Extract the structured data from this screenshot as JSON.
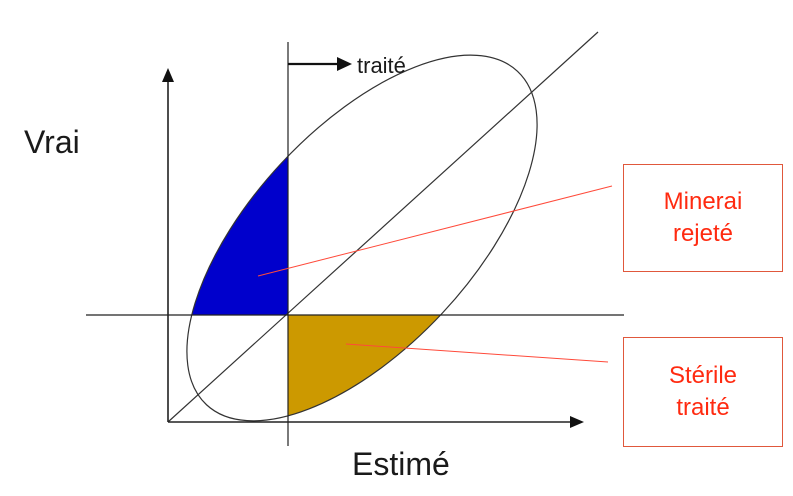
{
  "axes": {
    "y_label": "Vrai",
    "x_label": "Estimé"
  },
  "cutoff": {
    "label": "traité"
  },
  "callouts": {
    "minerai_rejete": {
      "line1": "Minerai",
      "line2": "rejeté",
      "fill_color": "#0000cc"
    },
    "sterile_traite": {
      "line1": "Stérile",
      "line2": "traité",
      "fill_color": "#cc9900"
    }
  },
  "colors": {
    "callout_text": "#ff2a10",
    "callout_border": "#e0583c",
    "leader_line": "#ff4a3a",
    "axis": "#222222"
  }
}
